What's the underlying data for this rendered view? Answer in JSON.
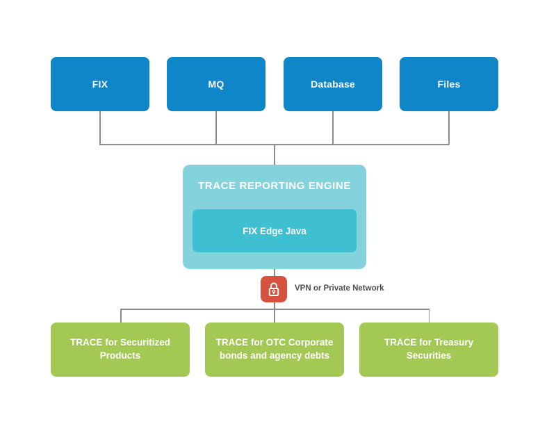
{
  "colors": {
    "source_blue": "#0E86C8",
    "engine_teal": "#84D3DC",
    "engine_inner_teal": "#3EC0D2",
    "destination_green": "#A3C853",
    "lock_red": "#D7523E",
    "connector_gray": "#8B8B8B",
    "box_label_text": "#FFFFFF",
    "network_label_text": "#4F4F4F"
  },
  "diagram": {
    "sources": [
      {
        "label": "FIX"
      },
      {
        "label": "MQ"
      },
      {
        "label": "Database"
      },
      {
        "label": "Files"
      }
    ],
    "engine": {
      "title": "TRACE REPORTING ENGINE",
      "inner_label": "FIX Edge Java"
    },
    "network": {
      "icon": "lock-icon",
      "label": "VPN or Private Network"
    },
    "destinations": [
      {
        "label": "TRACE for Securitized Products"
      },
      {
        "label": "TRACE for OTC Corporate bonds and agency debts"
      },
      {
        "label": "TRACE for Treasury Securities"
      }
    ]
  }
}
